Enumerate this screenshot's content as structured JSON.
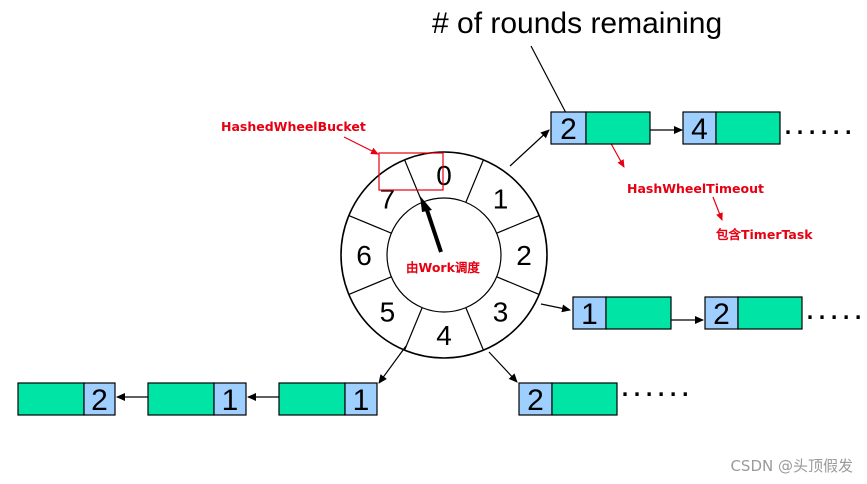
{
  "title": "# of rounds remaining",
  "labels": {
    "bucket": "HashedWheelBucket",
    "timeout": "HashWheelTimeout",
    "task": "包含TimerTask",
    "worker": "由Work调度"
  },
  "wheel": {
    "slots": [
      "0",
      "1",
      "2",
      "3",
      "4",
      "5",
      "6",
      "7"
    ]
  },
  "lists": {
    "slot1": [
      "2",
      "4"
    ],
    "slot3": [
      "1",
      "2"
    ],
    "slot4": [
      "2"
    ],
    "slot5": [
      "1",
      "1",
      "2"
    ]
  },
  "ellipsis": "......",
  "watermark": "CSDN @头顶假发",
  "colors": {
    "rounds_cell": "#9fcfff",
    "task_cell": "#00e5a6",
    "annotation": "#e60012",
    "outline": "#000000"
  }
}
